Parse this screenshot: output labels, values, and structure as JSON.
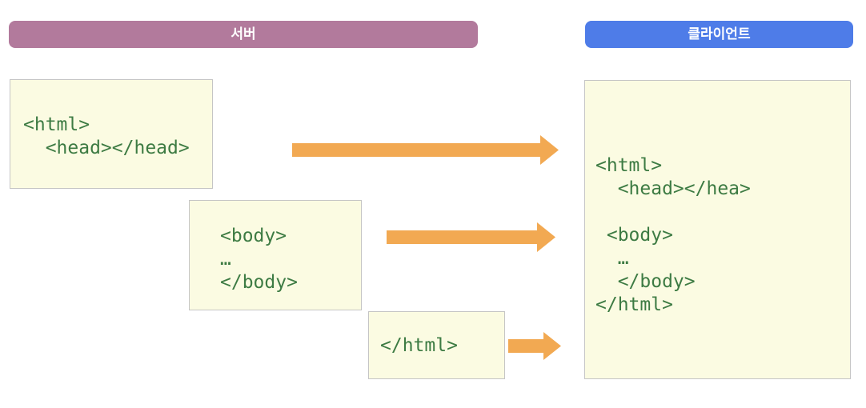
{
  "headers": {
    "server": "서버",
    "client": "클라이언트"
  },
  "server_chunks": [
    {
      "code": "<html>\n  <head></head>"
    },
    {
      "code": "<body>\n…\n</body>"
    },
    {
      "code": "</html>"
    }
  ],
  "client_document": {
    "code": "<html>\n  <head></hea>\n\n <body>\n  …\n  </body>\n</html>"
  },
  "colors": {
    "server_header_bg": "#b27a9c",
    "client_header_bg": "#4e7ce8",
    "code_box_bg": "#fbfbe2",
    "code_box_border": "#c5c5c5",
    "code_text": "#3d7b43",
    "arrow": "#f2a952"
  }
}
